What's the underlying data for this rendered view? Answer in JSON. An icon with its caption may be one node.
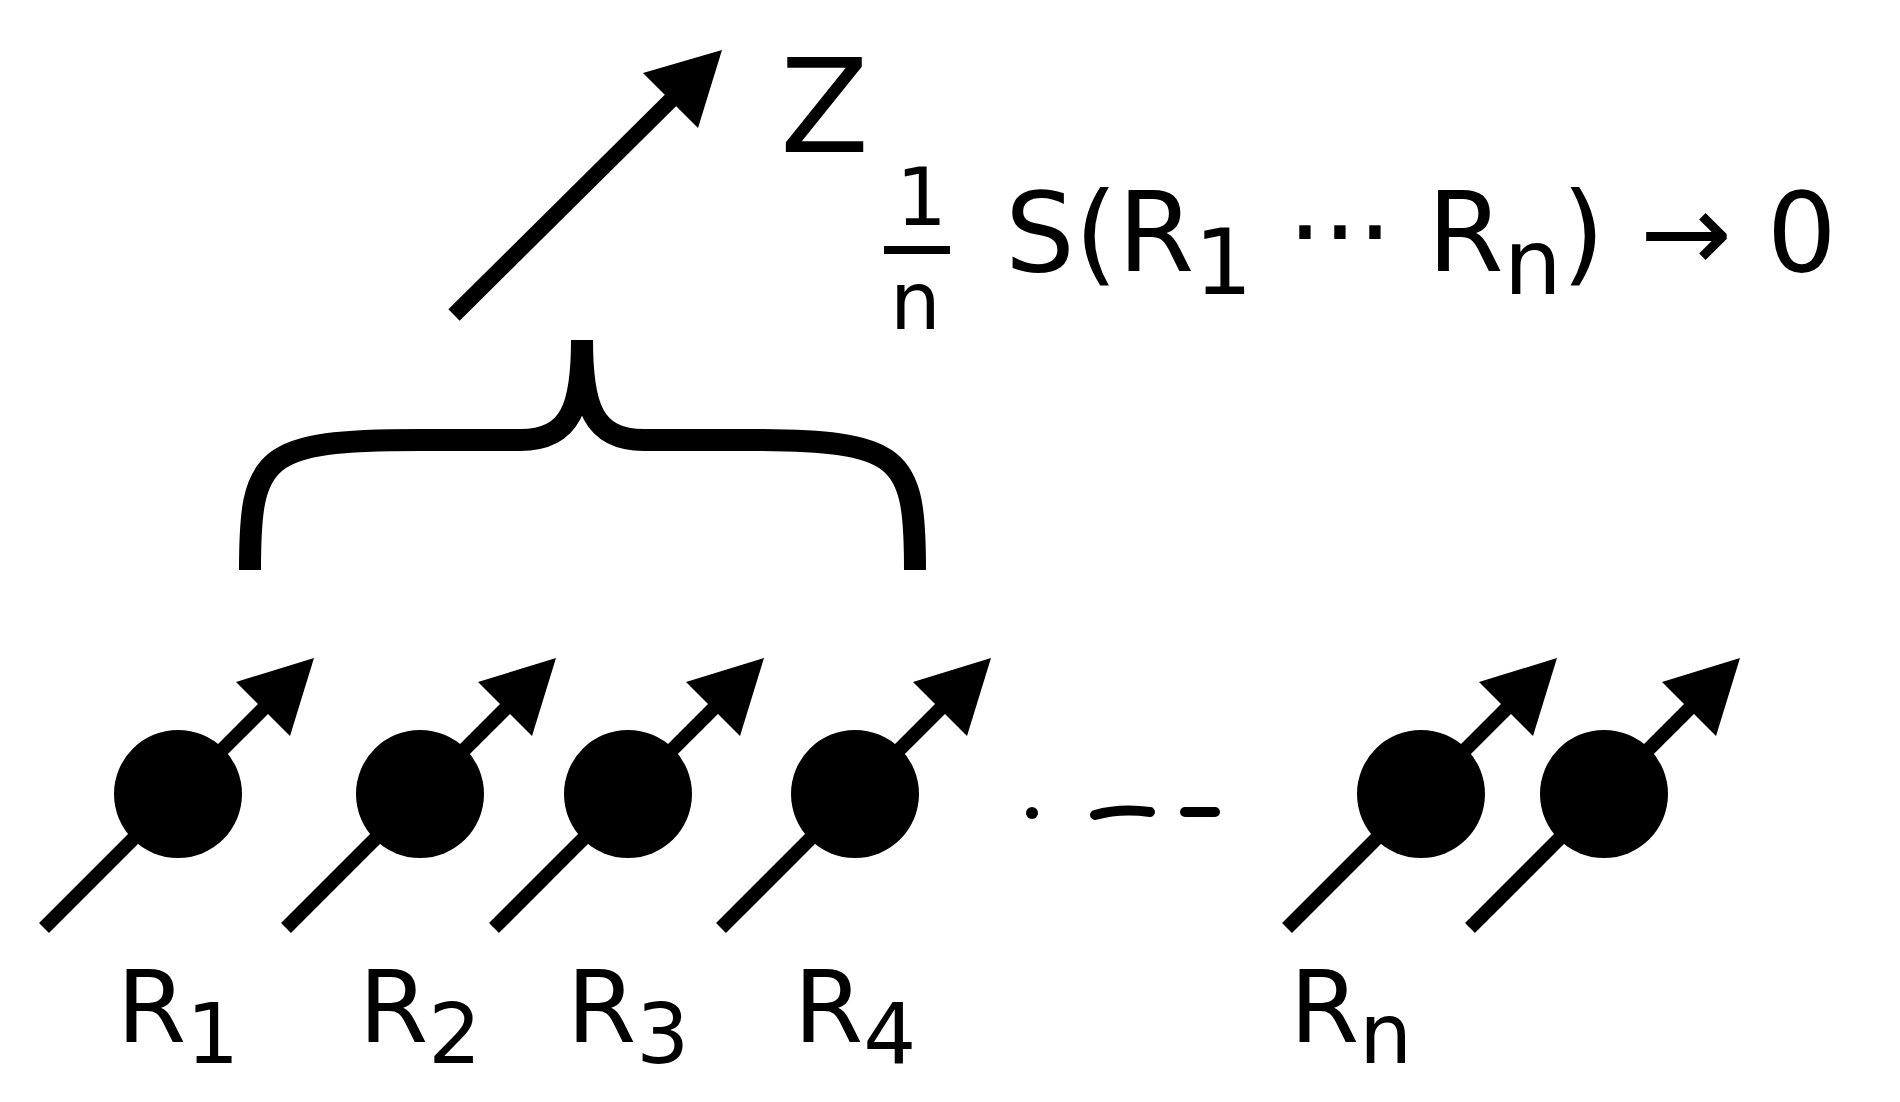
{
  "diagram": {
    "nodes": [
      {
        "text": [],
        "shape": "circle",
        "beside": [
          "R$_{1}$"
        ]
      },
      {
        "text": [],
        "shape": "circle",
        "beside": [
          "R$_{2}$"
        ]
      },
      {
        "text": [],
        "shape": "circle",
        "beside": [
          "R$_{3}$"
        ]
      },
      {
        "text": [],
        "shape": "circle",
        "beside": [
          "R$_{4}$"
        ]
      },
      {
        "text": [],
        "shape": "circle",
        "beside": [
          "R$_{n}$"
        ]
      },
      {
        "text": [],
        "shape": "circle"
      }
    ],
    "labels": [
      "Z",
      "1",
      "n",
      "S(R$_{1}$ ··· R$_{n}$) → 0"
    ]
  }
}
